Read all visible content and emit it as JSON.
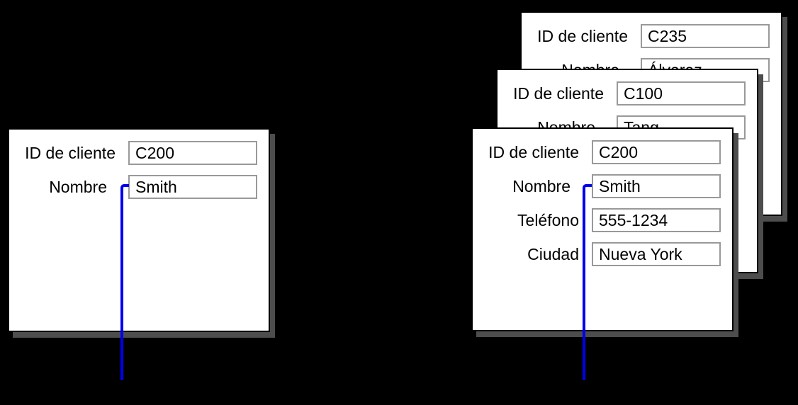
{
  "colors": {
    "bg": "#000000",
    "card_bg": "#ffffff",
    "card_border": "#000000",
    "card_shadow": "#4d4d4d",
    "input_border": "#999999",
    "text": "#000000",
    "connector": "#0000ee"
  },
  "cards": [
    {
      "id": "left",
      "fields": [
        {
          "label": "ID de cliente",
          "value": "C200"
        },
        {
          "label": "Nombre",
          "value": "Smith"
        }
      ]
    },
    {
      "id": "back",
      "fields": [
        {
          "label": "ID de cliente",
          "value": "C235"
        },
        {
          "label": "Nombre",
          "value": "Álvarez"
        }
      ]
    },
    {
      "id": "middle",
      "fields": [
        {
          "label": "ID de cliente",
          "value": "C100"
        },
        {
          "label": "Nombre",
          "value": "Tang"
        }
      ]
    },
    {
      "id": "front",
      "fields": [
        {
          "label": "ID de cliente",
          "value": "C200"
        },
        {
          "label": "Nombre",
          "value": "Smith"
        },
        {
          "label": "Teléfono",
          "value": "555-1234"
        },
        {
          "label": "Ciudad",
          "value": "Nueva York"
        }
      ]
    }
  ],
  "connectors": [
    {
      "name": "left-form-nombre-link",
      "attached_to": "Nombre"
    },
    {
      "name": "stacked-form-nombre-link",
      "attached_to": "Nombre"
    }
  ]
}
